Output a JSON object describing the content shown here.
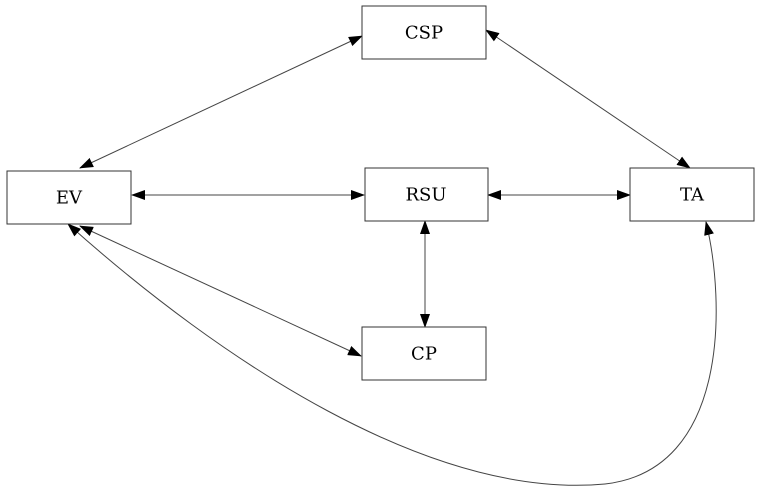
{
  "nodes": {
    "csp": "CSP",
    "ev": "EV",
    "rsu": "RSU",
    "ta": "TA",
    "cp": "CP"
  },
  "edges": [
    {
      "from": "EV",
      "to": "CSP",
      "direction": "bidirectional"
    },
    {
      "from": "CSP",
      "to": "TA",
      "direction": "bidirectional"
    },
    {
      "from": "EV",
      "to": "RSU",
      "direction": "bidirectional"
    },
    {
      "from": "RSU",
      "to": "TA",
      "direction": "bidirectional"
    },
    {
      "from": "RSU",
      "to": "CP",
      "direction": "bidirectional"
    },
    {
      "from": "EV",
      "to": "CP",
      "direction": "bidirectional"
    },
    {
      "from": "EV",
      "to": "TA",
      "direction": "bidirectional"
    }
  ],
  "colors": {
    "box_border": "#333333",
    "line": "#444444",
    "arrowhead": "#000000",
    "text": "#000000",
    "background": "#ffffff"
  }
}
